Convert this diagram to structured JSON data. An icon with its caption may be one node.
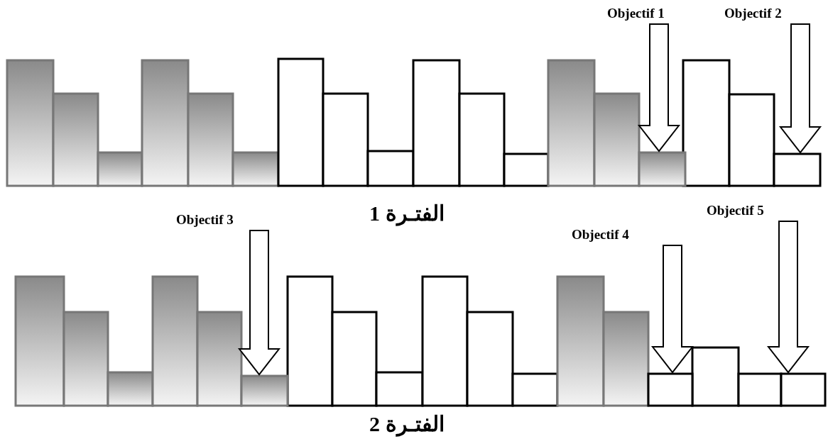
{
  "diagram": {
    "nodes": [
      {
        "text": [
          "Objectif 1"
        ]
      },
      {
        "text": [
          "Objectif 2"
        ]
      },
      {
        "text": [
          "Objectif 3"
        ]
      },
      {
        "text": [
          "Objectif 4"
        ]
      },
      {
        "text": [
          "Objectif 5"
        ]
      },
      {
        "text": [],
        "shape": "bar"
      },
      {
        "text": [],
        "shape": "bar"
      },
      {
        "text": [],
        "shape": "bar"
      },
      {
        "text": [],
        "shape": "bar"
      },
      {
        "text": [],
        "shape": "bar"
      }
    ],
    "edges": [
      {
        "from": 0,
        "to": 5,
        "arrow": "to"
      },
      {
        "from": 1,
        "to": 6,
        "arrow": "to"
      },
      {
        "from": 2,
        "to": 7,
        "arrow": "to"
      },
      {
        "from": 3,
        "to": 8,
        "arrow": "to"
      },
      {
        "from": 4,
        "to": 9,
        "arrow": "to"
      }
    ],
    "labels": [
      "الفتـرة 1",
      "الفتـرة 2"
    ]
  }
}
